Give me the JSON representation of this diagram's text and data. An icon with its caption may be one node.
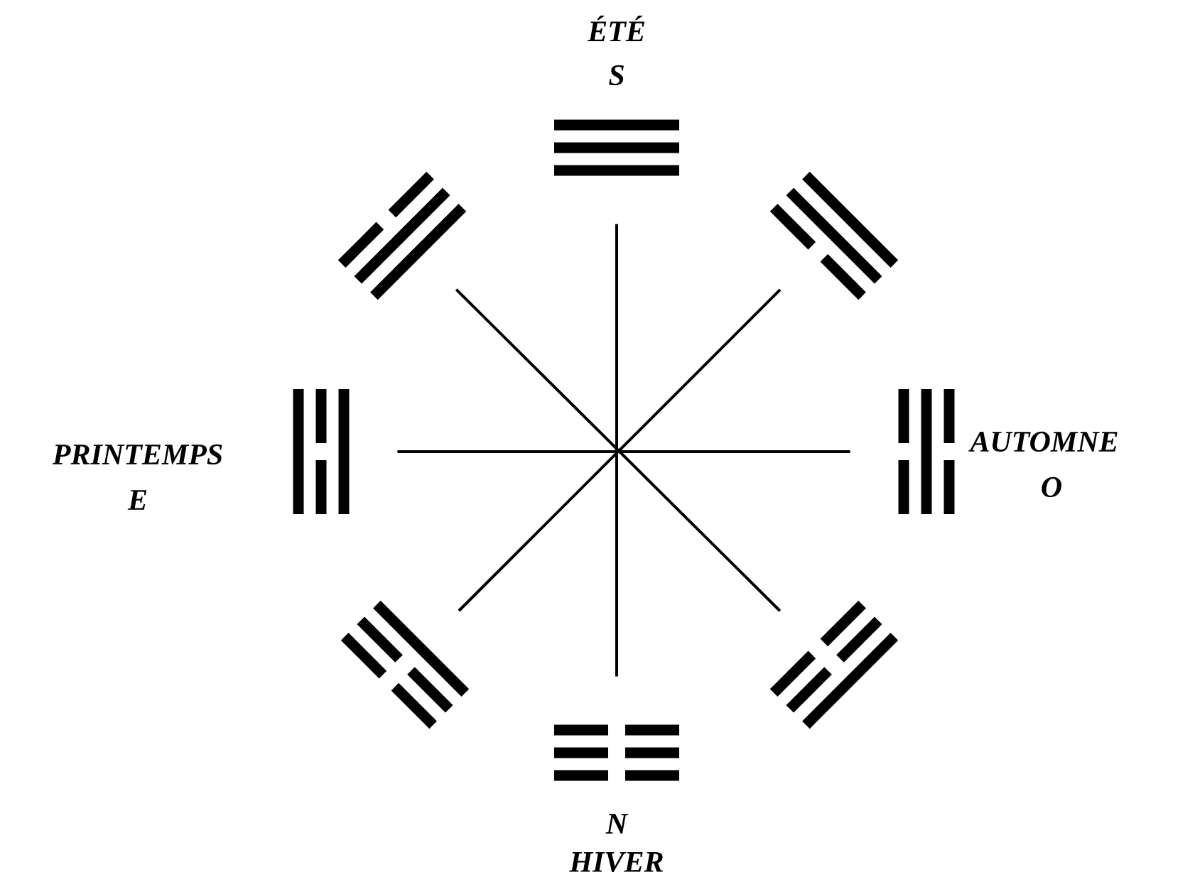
{
  "diagram": {
    "nodes": [
      {
        "text": [
          "ÉTÉ",
          "S"
        ]
      },
      {
        "text": [],
        "shape": "trigram"
      },
      {
        "text": [],
        "shape": "trigram"
      },
      {
        "text": [
          "PRINTEMPS",
          "E"
        ]
      },
      {
        "text": [
          "AUTOMNE",
          "O"
        ]
      },
      {
        "text": [],
        "shape": "trigram"
      },
      {
        "text": [],
        "shape": "trigram"
      },
      {
        "text": [
          "N",
          "HIVER"
        ]
      }
    ],
    "edges": [
      {
        "from": 0,
        "to": 7,
        "arrow": "none"
      },
      {
        "from": 1,
        "to": 6,
        "arrow": "none"
      },
      {
        "from": 2,
        "to": 5,
        "arrow": "none"
      },
      {
        "from": 3,
        "to": 4,
        "arrow": "none"
      }
    ]
  }
}
